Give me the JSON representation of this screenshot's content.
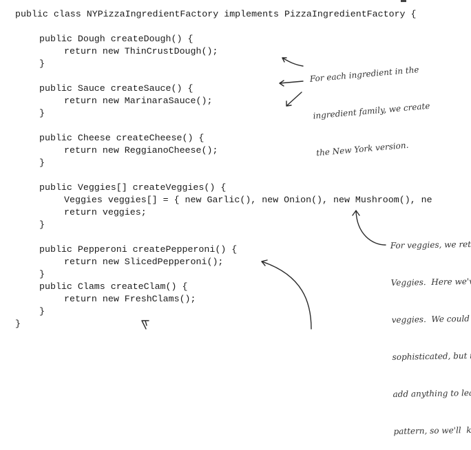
{
  "code": [
    "public class NYPizzaIngredientFactory implements PizzaIngredientFactory {",
    "public Dough createDough() {",
    "return new ThinCrustDough();",
    "}",
    "public Sauce createSauce() {",
    "return new MarinaraSauce();",
    "}",
    "public Cheese createCheese() {",
    "return new ReggianoCheese();",
    "}",
    "public Veggies[] createVeggies() {",
    "Veggies veggies[] = { new Garlic(), new Onion(), new Mushroom(), ne",
    "return veggies;",
    "}",
    "public Pepperoni createPepperoni() {",
    "return new SlicedPepperoni();",
    "}",
    "public Clams createClam() {",
    "return new FreshClams();",
    "}",
    "}"
  ],
  "annotations": {
    "ingredient_family": [
      "For each ingredient in the",
      "ingredient family, we create",
      "the New York version."
    ],
    "veggies": [
      "For veggies, we ret",
      "Veggies.  Here we've",
      "veggies.  We could n",
      "sophisticated, but t",
      "add anything to lea",
      "pattern, so we'll  k"
    ]
  }
}
